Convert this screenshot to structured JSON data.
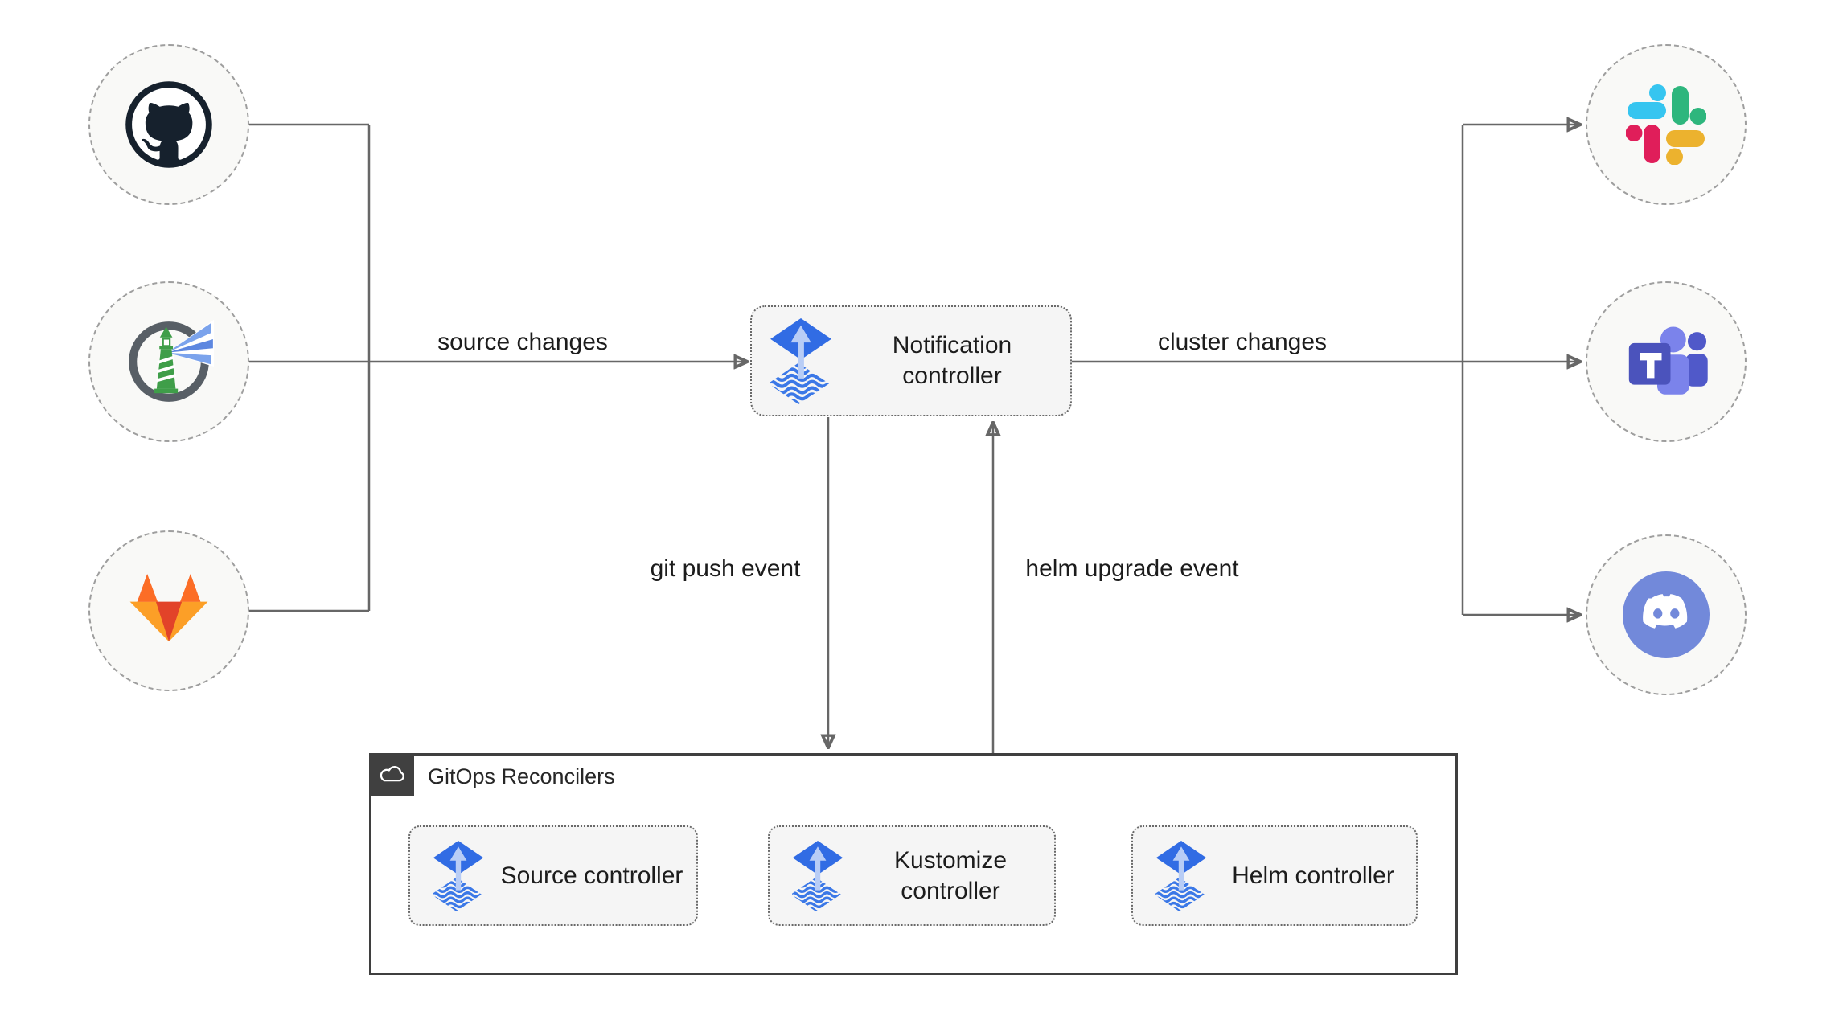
{
  "edges": {
    "source_changes": "source changes",
    "cluster_changes": "cluster changes",
    "git_push": "git push event",
    "helm_upgrade": "helm upgrade event"
  },
  "nodes": {
    "notification_controller": "Notification controller",
    "source_controller": "Source controller",
    "kustomize_controller": "Kustomize controller",
    "helm_controller": "Helm controller"
  },
  "group": {
    "label": "GitOps Reconcilers",
    "icon": "cloud-icon"
  },
  "icons": {
    "left_sources": [
      "github-icon",
      "harbor-icon",
      "gitlab-icon"
    ],
    "notification_targets": [
      "slack-icon",
      "teams-icon",
      "discord-icon"
    ],
    "controller_icon": "flux-icon"
  },
  "colors": {
    "canvas_bg": "#ffffff",
    "connector": "#676767",
    "text": "#1c1c1c",
    "node_fill": "#f5f5f5",
    "node_border": "#696969",
    "circle_fill": "#f9f9f7",
    "circle_border": "#9e9e9e",
    "container_border": "#3f3f3f",
    "container_label_bg": "#404040",
    "flux_blue": "#316ce4",
    "flux_arrow": "#b8cdf6",
    "github_dark": "#16212d",
    "gitlab_red": "#e24329",
    "gitlab_orange": "#fc6d26",
    "gitlab_yellow": "#fca326",
    "slack_cyan": "#36c5f0",
    "slack_green": "#2eb67d",
    "slack_yellow": "#ecb22e",
    "slack_red": "#e01e5a",
    "teams_purple": "#4b53bc",
    "teams_mid": "#5059c9",
    "teams_light": "#7b83eb",
    "discord_blurple": "#7289da",
    "harbor_green": "#3f9e49",
    "harbor_gray": "#585f66",
    "harbor_ray": "#5d87e0"
  }
}
